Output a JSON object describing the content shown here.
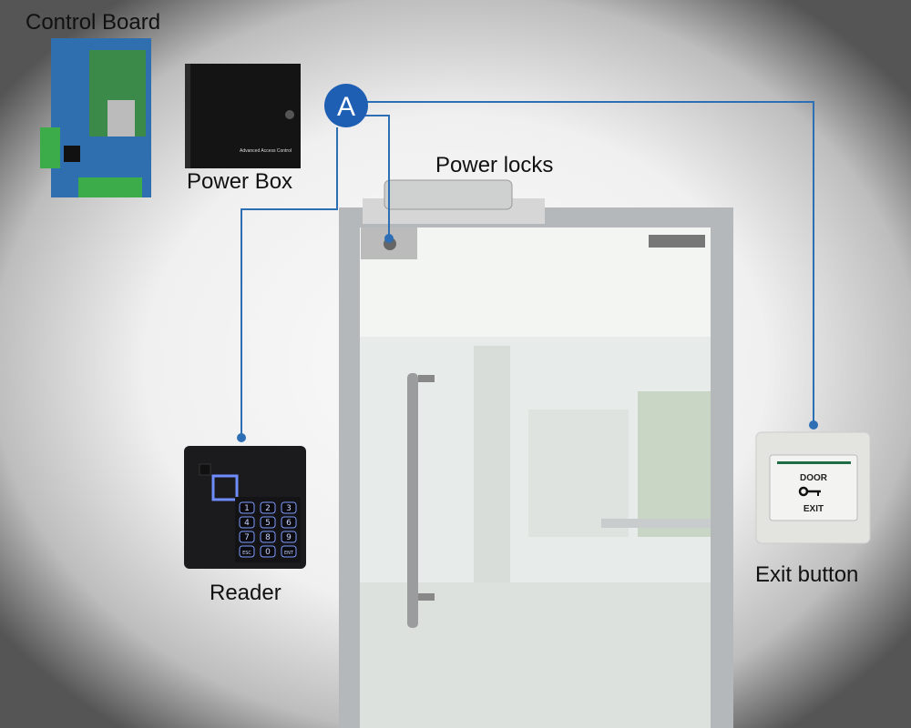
{
  "labels": {
    "control_board": "Control Board",
    "power_box": "Power Box",
    "power_locks": "Power locks",
    "reader": "Reader",
    "exit_button": "Exit button"
  },
  "junction": {
    "label": "A",
    "color": "#1e5fb4"
  },
  "wire_color": "#2d6eb5",
  "power_box_print": "Advanced Access Control",
  "reader_keys": [
    "1",
    "2",
    "3",
    "4",
    "5",
    "6",
    "7",
    "8",
    "9",
    "ESC",
    "0",
    "ENT"
  ],
  "exit_plate": {
    "top": "DOOR",
    "bottom": "EXIT",
    "stripe_color": "#1f6b45"
  }
}
